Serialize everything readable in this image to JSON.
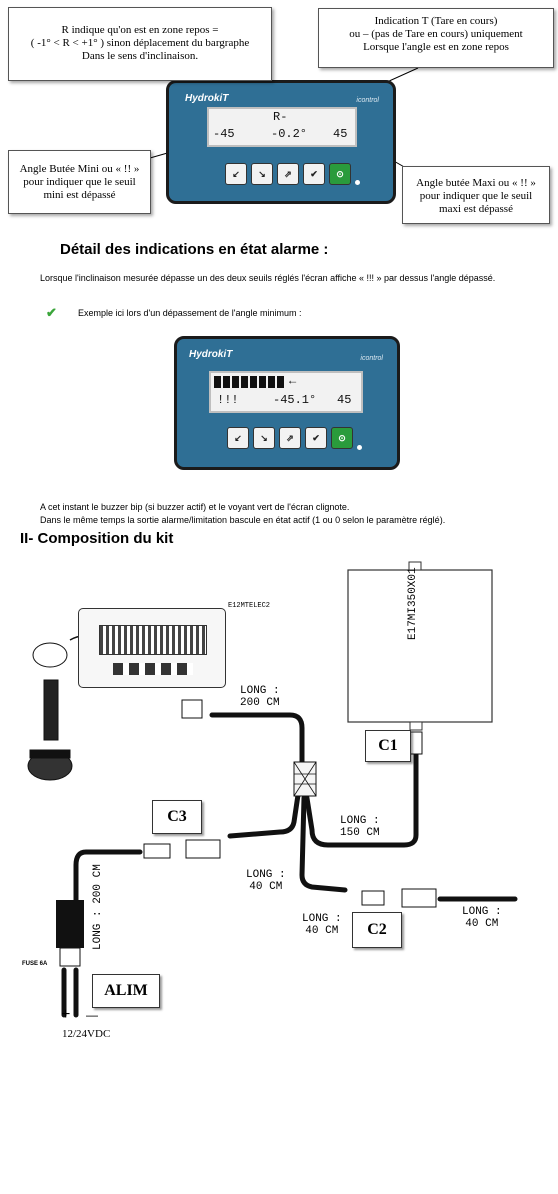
{
  "top": {
    "callout_r": [
      "R indique qu'on est en zone repos =",
      "( -1° < R < +1° ) sinon déplacement du bargraphe",
      "Dans le sens d'inclinaison."
    ],
    "callout_t": [
      "Indication T (Tare en cours)",
      "ou – (pas de Tare en cours) uniquement",
      "Lorsque l'angle est en zone repos"
    ],
    "callout_min": [
      "Angle Butée Mini ou « !! »",
      "pour indiquer que le seuil",
      "mini est dépassé"
    ],
    "callout_max": [
      "Angle butée Maxi ou « !! »",
      "pour indiquer que le seuil",
      "maxi est dépassé"
    ],
    "lcd": {
      "row1": "R-",
      "min": "-45",
      "angle": "-0.2°",
      "max": "45"
    }
  },
  "device": {
    "logo": "HydrokiT",
    "brand": "icontrol",
    "keys": [
      "↙",
      "↘",
      "⇗",
      "✔",
      "⊙"
    ]
  },
  "alarm": {
    "heading": "Détail des indications en état alarme :",
    "intro": "Lorsque l'inclinaison mesurée dépasse un des deux seuils réglés l'écran affiche « !!! » par dessus l'angle dépassé.",
    "example": "Exemple ici lors d'un dépassement de l'angle minimum :",
    "lcd": {
      "arrow": "←",
      "warn": "!!!",
      "angle": "-45.1°",
      "max": "45"
    },
    "note1": "A cet instant le buzzer bip (si buzzer actif) et le voyant vert de l'écran clignote.",
    "note2": "Dans le même temps la sortie alarme/limitation bascule en état actif (1 ou 0 selon le paramètre réglé)."
  },
  "kit": {
    "heading": "II- Composition du kit",
    "device_ref": "E12MTELEC2",
    "sensor_ref": "E17MI350X01",
    "connectors": {
      "c1": "C1",
      "c2": "C2",
      "c3": "C3",
      "alim": "ALIM"
    },
    "lengths": {
      "l200_top": [
        "LONG :",
        "200 CM"
      ],
      "l150": [
        "LONG :",
        "150 CM"
      ],
      "l40_mid": [
        "LONG :",
        "40 CM"
      ],
      "l40_c2": [
        "LONG :",
        "40 CM"
      ],
      "l40_right": [
        "LONG :",
        "40 CM"
      ],
      "l200_left": "LONG : 200 CM"
    },
    "fuse": "FUSE 6A",
    "power": "12/24VDC",
    "polarity": {
      "plus": "+",
      "minus": "—"
    }
  }
}
